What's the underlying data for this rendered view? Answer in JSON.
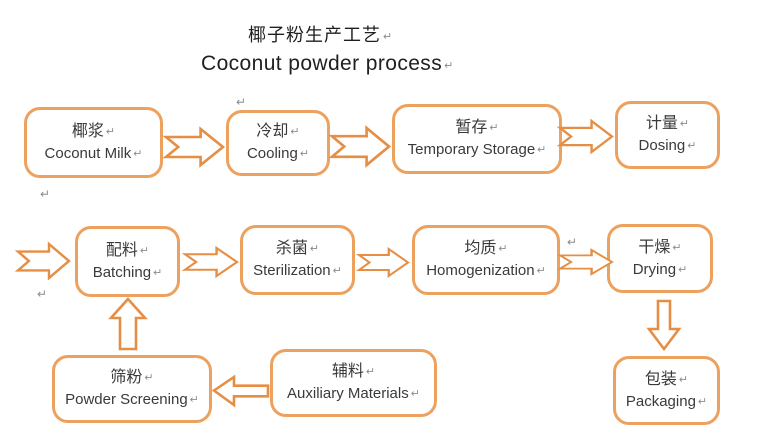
{
  "title": {
    "zh": "椰子粉生产工艺",
    "en": "Coconut powder process"
  },
  "pilcrow": "↵",
  "colors": {
    "box_border": "#EDA15F",
    "arrow": "#E68E44",
    "text": "#3A3A3A",
    "mark": "#8C8C8C"
  },
  "nodes": [
    {
      "id": "coconut-milk",
      "zh": "椰浆",
      "en": "Coconut Milk"
    },
    {
      "id": "cooling",
      "zh": "冷却",
      "en": "Cooling"
    },
    {
      "id": "temporary-storage",
      "zh": "暂存",
      "en": "Temporary Storage"
    },
    {
      "id": "dosing",
      "zh": "计量",
      "en": "Dosing"
    },
    {
      "id": "batching",
      "zh": "配料",
      "en": "Batching"
    },
    {
      "id": "sterilization",
      "zh": "杀菌",
      "en": "Sterilization"
    },
    {
      "id": "homogenization",
      "zh": "均质",
      "en": "Homogenization"
    },
    {
      "id": "drying",
      "zh": "干燥",
      "en": "Drying"
    },
    {
      "id": "powder-screening",
      "zh": "筛粉",
      "en": "Powder Screening"
    },
    {
      "id": "auxiliary-materials",
      "zh": "辅料",
      "en": "Auxiliary Materials"
    },
    {
      "id": "packaging",
      "zh": "包装",
      "en": "Packaging"
    }
  ]
}
